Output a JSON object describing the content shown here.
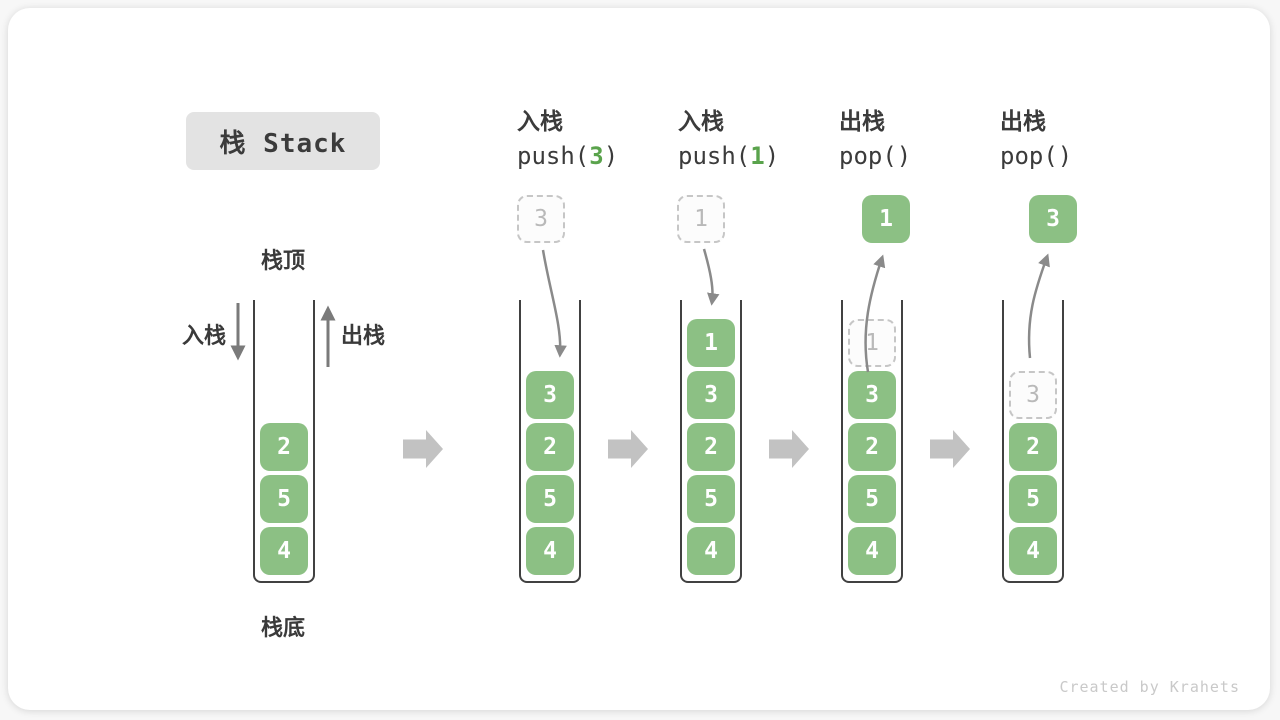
{
  "page": {
    "title": "栈 Stack",
    "watermark": "Created by Krahets"
  },
  "first_stack": {
    "top_label": "栈顶",
    "bottom_label": "栈底",
    "push_label": "入栈",
    "pop_label": "出栈"
  },
  "colors": {
    "green_box": "#8cc084",
    "green_arg": "#5aa34c",
    "curved_arrow": "#8a8a8a",
    "direction_arrow": "#7a7a7a",
    "block_arrow": "#c2c2c2",
    "wall": "#414141",
    "dark_text": "#3b3b3b",
    "dashed_border": "#c6c6c6",
    "dashed_text": "#b9b9b9",
    "title_bg": "#e3e3e3",
    "watermark_text": "#c9c9c9"
  },
  "columns": [
    {
      "header_cn": "",
      "code_parts": [],
      "floating": null,
      "arrow": null,
      "items": [
        {
          "v": "2",
          "dashed": false
        },
        {
          "v": "5",
          "dashed": false
        },
        {
          "v": "4",
          "dashed": false
        }
      ]
    },
    {
      "header_cn": "入栈",
      "code_parts": [
        {
          "t": "push(",
          "green": false
        },
        {
          "t": "3",
          "green": true
        },
        {
          "t": ")",
          "green": false
        }
      ],
      "floating": {
        "v": "3",
        "solid": false
      },
      "arrow": "in",
      "items": [
        {
          "v": "3",
          "dashed": false
        },
        {
          "v": "2",
          "dashed": false
        },
        {
          "v": "5",
          "dashed": false
        },
        {
          "v": "4",
          "dashed": false
        }
      ]
    },
    {
      "header_cn": "入栈",
      "code_parts": [
        {
          "t": "push(",
          "green": false
        },
        {
          "t": "1",
          "green": true
        },
        {
          "t": ")",
          "green": false
        }
      ],
      "floating": {
        "v": "1",
        "solid": false
      },
      "arrow": "in",
      "items": [
        {
          "v": "1",
          "dashed": false
        },
        {
          "v": "3",
          "dashed": false
        },
        {
          "v": "2",
          "dashed": false
        },
        {
          "v": "5",
          "dashed": false
        },
        {
          "v": "4",
          "dashed": false
        }
      ]
    },
    {
      "header_cn": "出栈",
      "code_parts": [
        {
          "t": "pop()",
          "green": false
        }
      ],
      "floating": {
        "v": "1",
        "solid": true
      },
      "arrow": "out",
      "items": [
        {
          "v": "1",
          "dashed": true
        },
        {
          "v": "3",
          "dashed": false
        },
        {
          "v": "2",
          "dashed": false
        },
        {
          "v": "5",
          "dashed": false
        },
        {
          "v": "4",
          "dashed": false
        }
      ]
    },
    {
      "header_cn": "出栈",
      "code_parts": [
        {
          "t": "pop()",
          "green": false
        }
      ],
      "floating": {
        "v": "3",
        "solid": true
      },
      "arrow": "out",
      "items": [
        {
          "v": "3",
          "dashed": true
        },
        {
          "v": "2",
          "dashed": false
        },
        {
          "v": "5",
          "dashed": false
        },
        {
          "v": "4",
          "dashed": false
        }
      ]
    }
  ]
}
